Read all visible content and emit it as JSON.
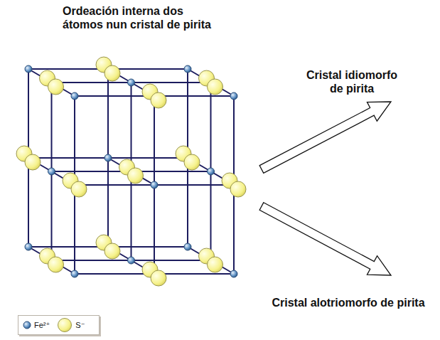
{
  "diagram": {
    "title": "Ordeación interna dos átomos nun cristal de pirita",
    "labels": [
      "Cristal idiomorfo de pirita",
      "Cristal alotriomorfo de pirita"
    ],
    "legend": [
      {
        "text": "Fe²⁺"
      },
      {
        "text": "S⁻"
      }
    ]
  }
}
